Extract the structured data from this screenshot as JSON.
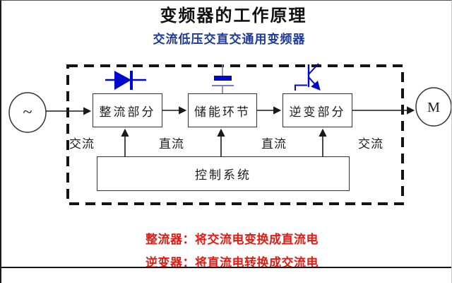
{
  "page": {
    "title": "变频器的工作原理",
    "subtitle": "交流低压交直交通用变频器"
  },
  "diagram": {
    "source_symbol": "~",
    "motor_symbol": "M",
    "blocks": {
      "rectifier": "整流部分",
      "storage": "储能环节",
      "inverter": "逆变部分",
      "control": "控制系统"
    },
    "flow_labels": {
      "ac_in": "交流",
      "dc_1": "直流",
      "dc_2": "直流",
      "ac_out": "交流"
    },
    "icons": [
      "diode-icon",
      "capacitor-icon",
      "igbt-icon"
    ]
  },
  "notes": {
    "line1": "整流器：将交流电变换成直流电",
    "line2": "逆变器：将直流电转换成交流电"
  },
  "colors": {
    "subtitle_blue": "#1e3a99",
    "symbol_blue": "#0008cc",
    "note_red": "#e31b12",
    "line_black": "#1a1a1a"
  }
}
